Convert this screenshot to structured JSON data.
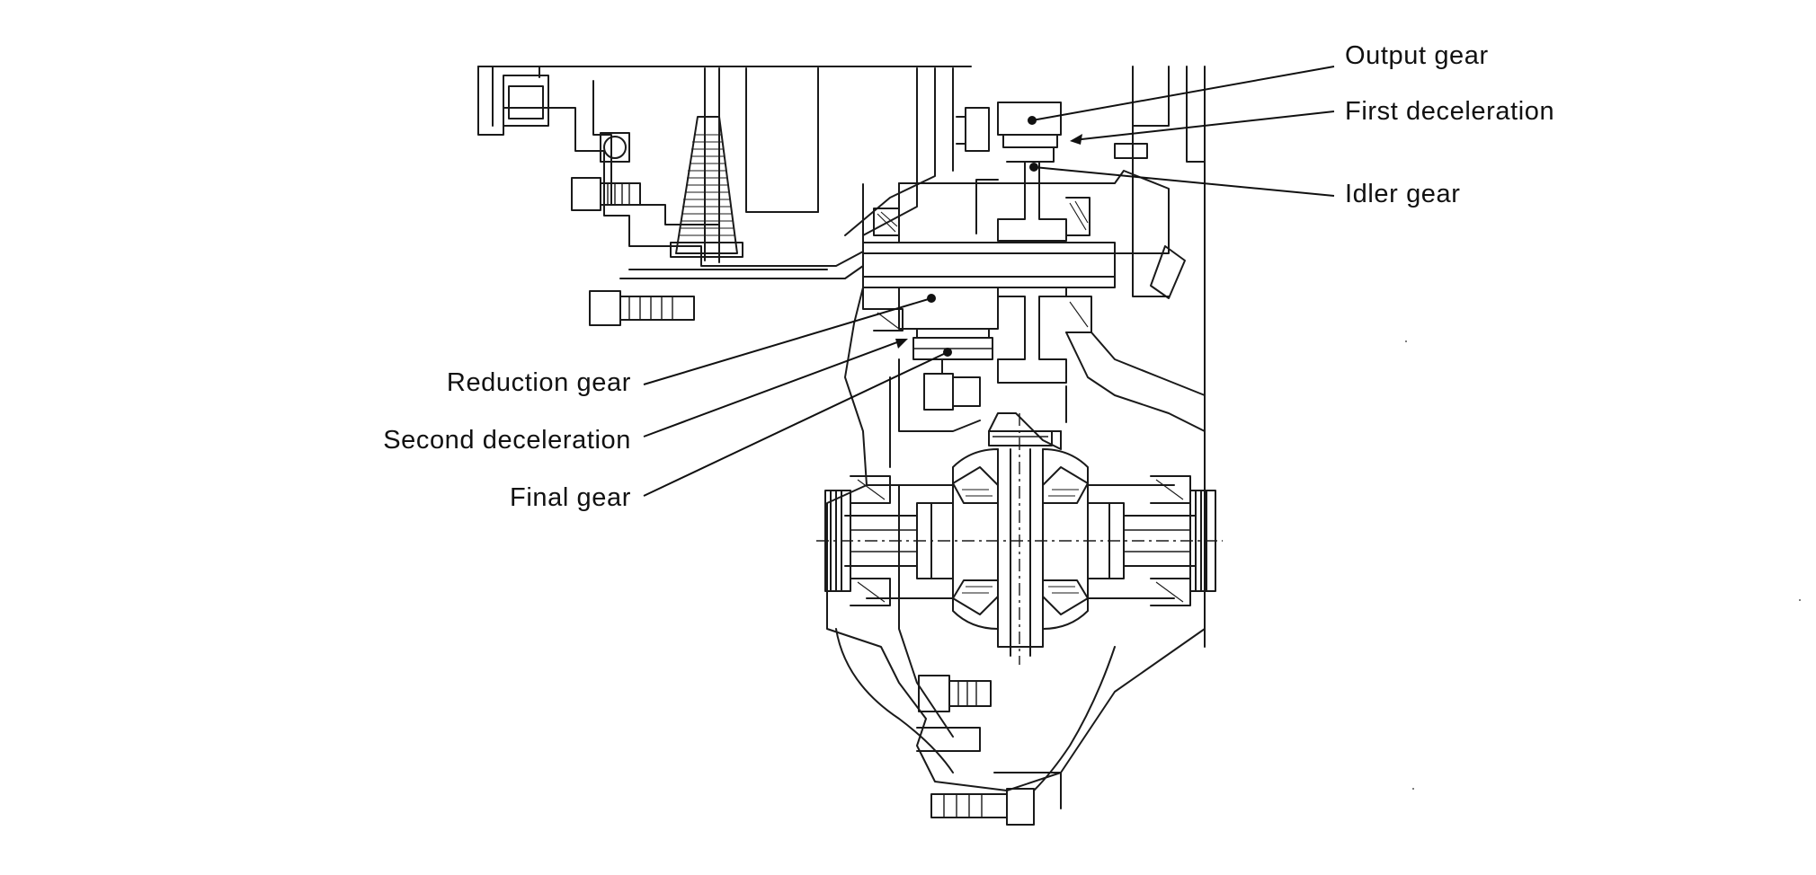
{
  "labels": {
    "output_gear": "Output gear",
    "first_deceleration": "First deceleration",
    "idler_gear": "Idler gear",
    "reduction_gear": "Reduction gear",
    "second_deceleration": "Second deceleration",
    "final_gear": "Final gear"
  },
  "colors": {
    "line": "#1a1a1a",
    "background": "#ffffff"
  }
}
